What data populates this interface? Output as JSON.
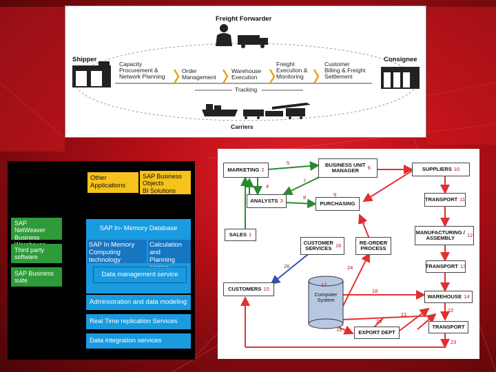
{
  "logistics": {
    "freight_forwarder": "Freight Forwarder",
    "shipper": "Shipper",
    "consignee": "Consignee",
    "steps": [
      "Capacity\nProcurement &\nNetwork Planning",
      "Order\nManagement",
      "Warehouse\nExecution",
      "Freight\nExecution &\nMonitoring",
      "Customer\nBilling & Freight\nSettlement"
    ],
    "tracking": "Tracking",
    "carriers": "Carriers"
  },
  "sap": {
    "other_apps": "Other Applications",
    "business_objects": "SAP Business Objects\nBI Solutions",
    "netweaver": "SAP NetWeaver\nBusiness Warehouse",
    "third_party": "Third party software",
    "business_suite": "SAP Business suite",
    "hana_title": "SAP In- Memory Database",
    "in_memory": "SAP In Memory\nComputing technology",
    "calc_engine": "Calculation and\nPlanning engine",
    "data_mgmt": "Data management service",
    "admin": "Administration and data modeling",
    "replication": "Real Time replication Services",
    "integration": "Data integration services"
  },
  "supply_chain": {
    "boxes": {
      "marketing": {
        "label": "MARKETING",
        "num": "2"
      },
      "bum": {
        "label": "BUSINESS UNIT\nMANAGER",
        "num": "6"
      },
      "suppliers": {
        "label": "SUPPLIERS",
        "num": "10"
      },
      "analysts": {
        "label": "ANALYSTS",
        "num": "3"
      },
      "purchasing": {
        "label": "PURCHASING",
        "num": ""
      },
      "transport1": {
        "label": "TRANSPORT",
        "num": "11"
      },
      "sales": {
        "label": "SALES",
        "num": "1"
      },
      "customer_services": {
        "label": "CUSTOMER\nSERVICES",
        "num": "16"
      },
      "reorder": {
        "label": "RE-ORDER\nPROCESS",
        "num": ""
      },
      "manufacturing": {
        "label": "MANUFACTURING /\nASSEMBLY",
        "num": "12"
      },
      "transport2": {
        "label": "TRANSPORT",
        "num": "13"
      },
      "customers": {
        "label": "CUSTOMERS",
        "num": "15"
      },
      "warehouse": {
        "label": "WAREHOUSE",
        "num": "14"
      },
      "export": {
        "label": "EXPORT DEPT",
        "num": ""
      },
      "transport3": {
        "label": "TRANSPORT",
        "num": ""
      },
      "computer": {
        "label": "Computer\nSystem",
        "num": "17"
      }
    },
    "arrow_numbers": [
      "5",
      "4",
      "7",
      "8",
      "9",
      "25",
      "26",
      "24",
      "18",
      "19",
      "20",
      "21",
      "22",
      "23"
    ]
  }
}
